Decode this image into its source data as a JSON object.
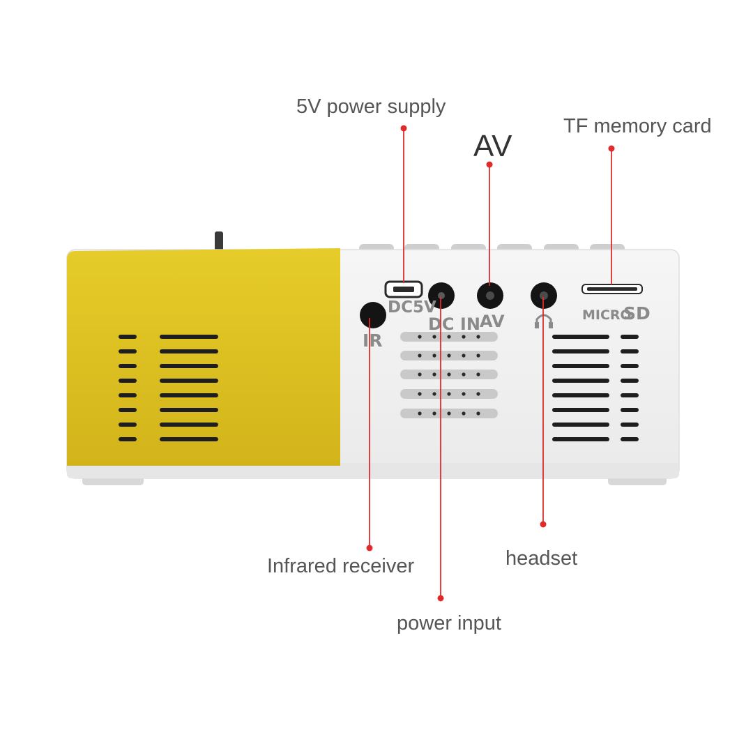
{
  "callouts": {
    "power_supply": "5V power supply",
    "av": "AV",
    "tf_card": "TF memory card",
    "infrared": "Infrared receiver",
    "headset": "headset",
    "power_input": "power input"
  },
  "port_labels": {
    "dc5v": "DC5V",
    "ir": "IR",
    "dc_in": "DC IN",
    "av": "AV",
    "micro": "MICRO",
    "sd": "SD"
  },
  "colors": {
    "yellow_panel": "#d6bb1c",
    "body_white": "#f2f2f2",
    "leader_line": "#e02b2b",
    "label_text": "#555555"
  },
  "icons": {
    "headphone_port": "headphone-icon",
    "usb_port": "micro-usb-port"
  }
}
